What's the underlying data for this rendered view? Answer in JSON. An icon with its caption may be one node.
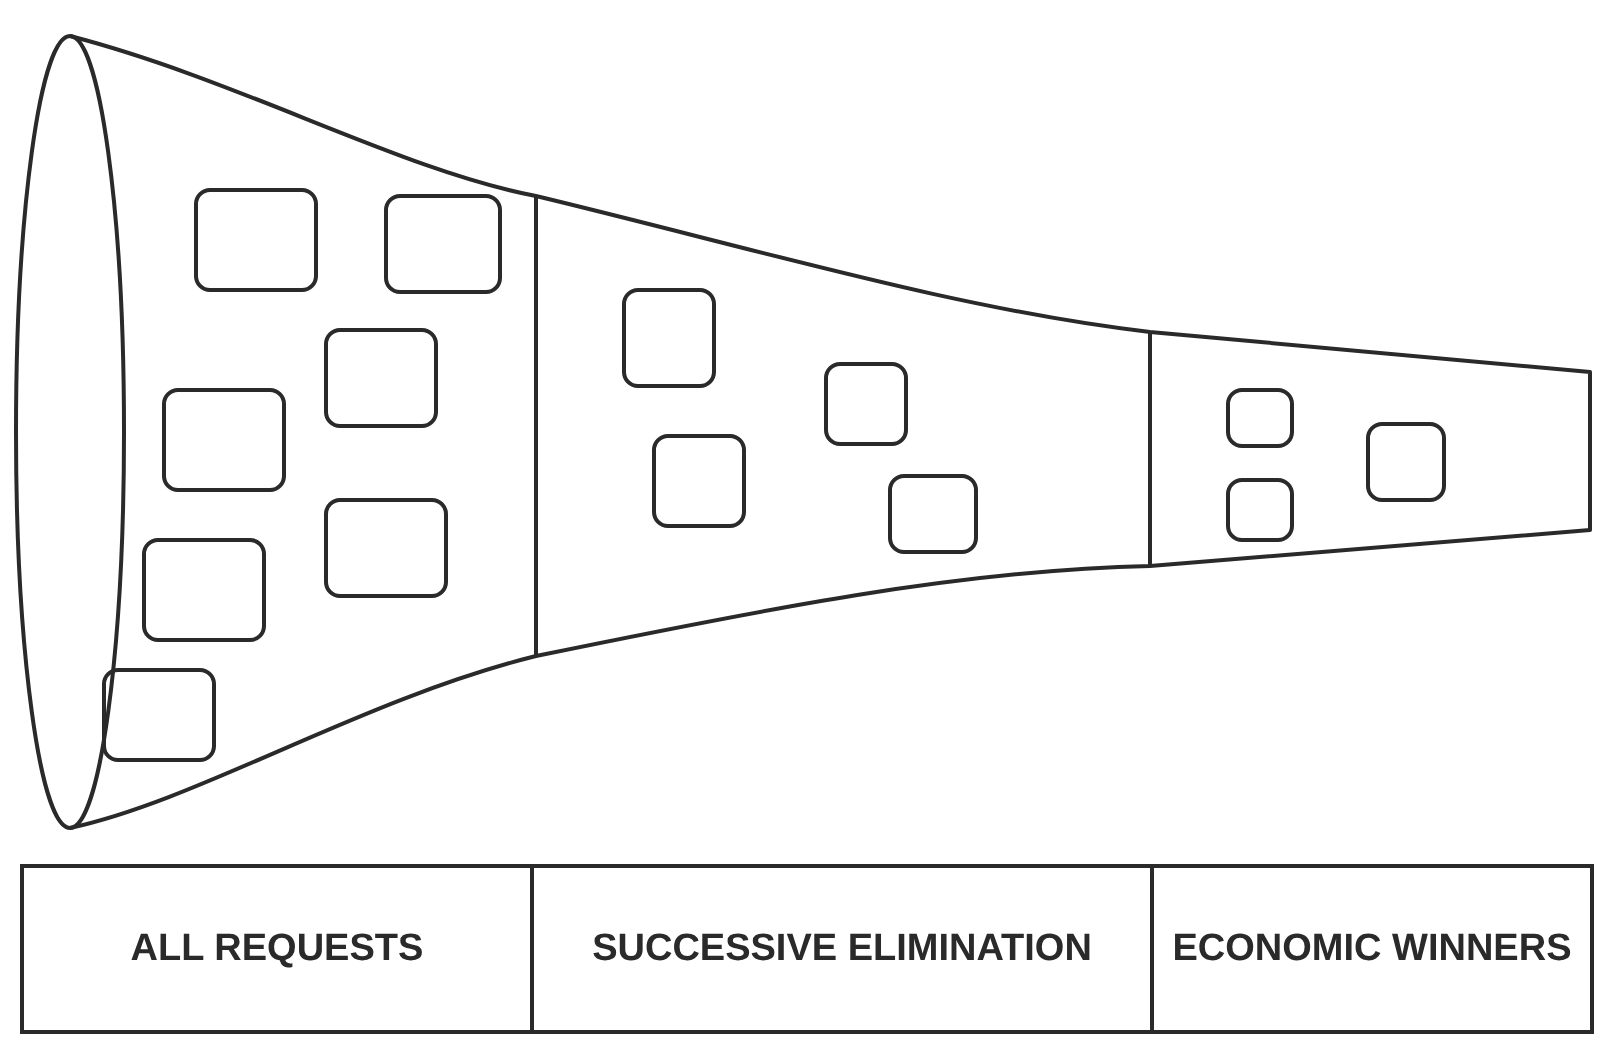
{
  "diagram": {
    "nodes": [
      {
        "text": [
          "ALL REQUESTS"
        ]
      },
      {
        "text": [
          "SUCCESSIVE ELIMINATION"
        ]
      },
      {
        "text": [
          "ECONOMIC WINNERS"
        ]
      }
    ]
  }
}
